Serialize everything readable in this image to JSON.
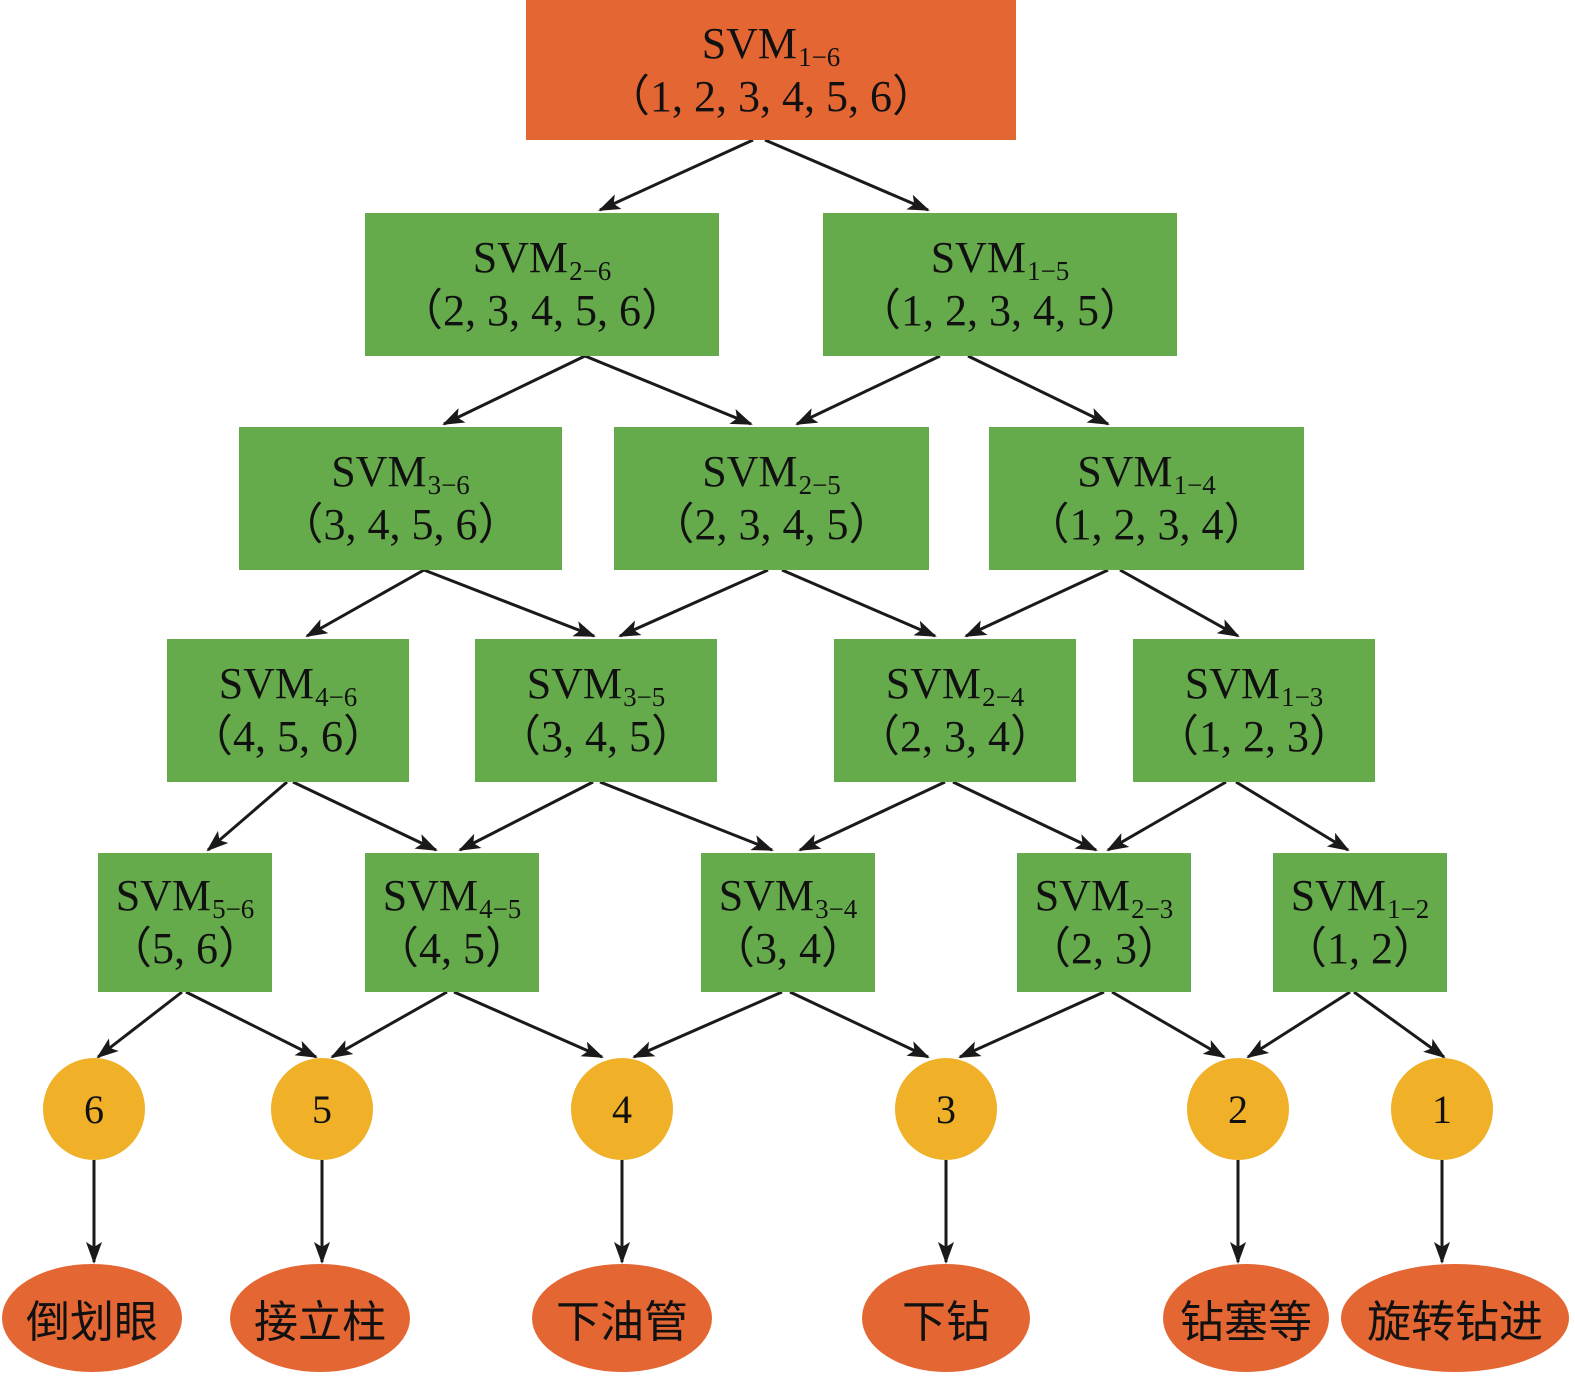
{
  "colors": {
    "root_fill": "#E36633",
    "svm_fill": "#66AB4B",
    "class_fill": "#F0B027",
    "operation_fill": "#E36633",
    "arrow": "#1a1a1a"
  },
  "nodes": {
    "svm_1_6": {
      "name": "SVM",
      "sub": "1−6",
      "set": "（1, 2, 3, 4, 5, 6）"
    },
    "svm_2_6": {
      "name": "SVM",
      "sub": "2−6",
      "set": "（2, 3, 4, 5, 6）"
    },
    "svm_1_5": {
      "name": "SVM",
      "sub": "1−5",
      "set": "（1, 2, 3, 4, 5）"
    },
    "svm_3_6": {
      "name": "SVM",
      "sub": "3−6",
      "set": "（3, 4, 5, 6）"
    },
    "svm_2_5": {
      "name": "SVM",
      "sub": "2−5",
      "set": "（2, 3, 4, 5）"
    },
    "svm_1_4": {
      "name": "SVM",
      "sub": "1−4",
      "set": "（1, 2, 3, 4）"
    },
    "svm_4_6": {
      "name": "SVM",
      "sub": "4−6",
      "set": "（4, 5, 6）"
    },
    "svm_3_5": {
      "name": "SVM",
      "sub": "3−5",
      "set": "（3, 4, 5）"
    },
    "svm_2_4": {
      "name": "SVM",
      "sub": "2−4",
      "set": "（2, 3, 4）"
    },
    "svm_1_3": {
      "name": "SVM",
      "sub": "1−3",
      "set": "（1, 2, 3）"
    },
    "svm_5_6": {
      "name": "SVM",
      "sub": "5−6",
      "set": "（5, 6）"
    },
    "svm_4_5": {
      "name": "SVM",
      "sub": "4−5",
      "set": "（4, 5）"
    },
    "svm_3_4": {
      "name": "SVM",
      "sub": "3−4",
      "set": "（3, 4）"
    },
    "svm_2_3": {
      "name": "SVM",
      "sub": "2−3",
      "set": "（2, 3）"
    },
    "svm_1_2": {
      "name": "SVM",
      "sub": "1−2",
      "set": "（1, 2）"
    }
  },
  "classes": {
    "c6": "6",
    "c5": "5",
    "c4": "4",
    "c3": "3",
    "c2": "2",
    "c1": "1"
  },
  "operations": {
    "c6": "倒划眼",
    "c5": "接立柱",
    "c4": "下油管",
    "c3": "下钻",
    "c2": "钻塞等",
    "c1": "旋转钻进"
  }
}
